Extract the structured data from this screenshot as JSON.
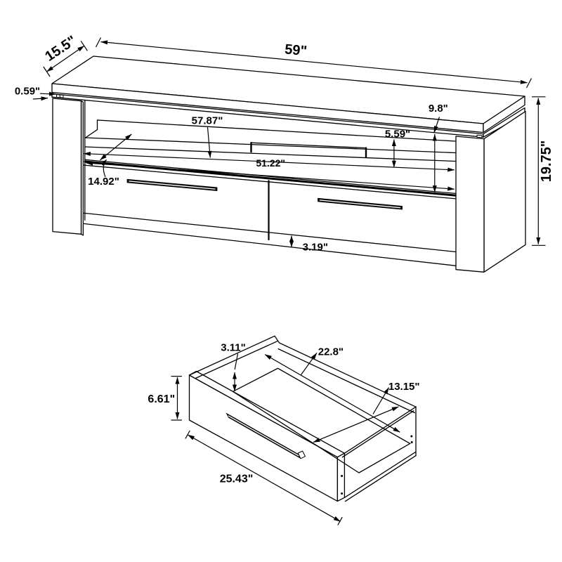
{
  "page": {
    "type": "furniture dimension diagram",
    "background_color": "#ffffff",
    "line_color": "#000000"
  },
  "figures": {
    "tv_stand": {
      "name": "TV stand (elevated perspective view, two drawers, open media shelf)",
      "dimensions": {
        "overall_width": "59\"",
        "overall_depth": "15.5\"",
        "overall_height": "19.75\"",
        "top_thickness": "0.59\"",
        "shelf_width": "57.87\"",
        "opening_height": "9.8\"",
        "shelf_back_height": "5.59\"",
        "interior_width": "51.22\"",
        "shelf_depth": "14.92\"",
        "base_clearance": "3.19\""
      }
    },
    "drawer": {
      "name": "Drawer (perspective view, open top box with front panel and handle)",
      "dimensions": {
        "back_panel_height": "3.11\"",
        "interior_width": "22.8\"",
        "interior_depth": "13.15\"",
        "front_height": "6.61\"",
        "front_width": "25.43\""
      }
    }
  }
}
